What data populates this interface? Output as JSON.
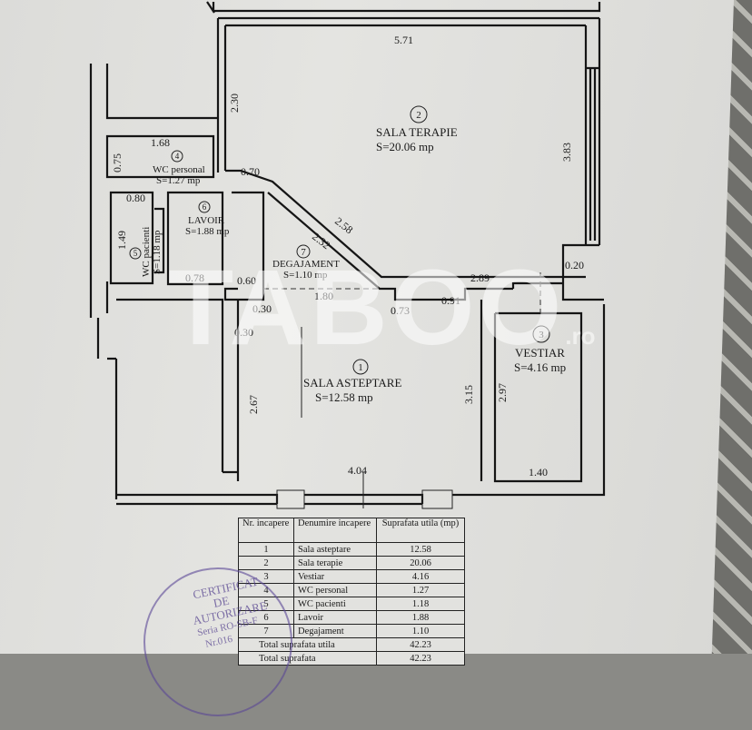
{
  "dimensions": {
    "terapie_top": "5.71",
    "terapie_left": "2.30",
    "terapie_right": "3.83",
    "terapie_diag_start": "0.70",
    "diag_outer": "2.58",
    "diag_inner": "2.32",
    "terapie_bottom": "2.89",
    "right_gap": "0.20",
    "wc_personal_width": "1.68",
    "wc_personal_height": "0.75",
    "wc_pacienti_width": "0.80",
    "wc_pacienti_height": "1.49",
    "lavoir_bottom": "0.78",
    "lavoir_step": "0.60",
    "deg_bottom": "1.80",
    "step_a": "0.73",
    "step_b": "0.91",
    "wall_a": "0.30",
    "wall_b": "0.30",
    "asteptare_left": "2.67",
    "asteptare_right": "3.15",
    "asteptare_bottom": "4.04",
    "vestiar_left": "2.97",
    "vestiar_bottom": "1.40"
  },
  "rooms": [
    {
      "nr": "1",
      "name": "SALA ASTEPTARE",
      "area": "S=12.58 mp"
    },
    {
      "nr": "2",
      "name": "SALA TERAPIE",
      "area": "S=20.06 mp"
    },
    {
      "nr": "3",
      "name": "VESTIAR",
      "area": "S=4.16 mp"
    },
    {
      "nr": "4",
      "name": "WC personal",
      "area": "S=1.27 mp"
    },
    {
      "nr": "5",
      "name": "WC pacienti",
      "area": "S=1.18 mp"
    },
    {
      "nr": "6",
      "name": "LAVOIR",
      "area": "S=1.88 mp"
    },
    {
      "nr": "7",
      "name": "DEGAJAMENT",
      "area": "S=1.10 mp"
    }
  ],
  "table": {
    "headers": [
      "Nr. incapere",
      "Denumire incapere",
      "Suprafata utila (mp)"
    ],
    "rows": [
      [
        "1",
        "Sala asteptare",
        "12.58"
      ],
      [
        "2",
        "Sala terapie",
        "20.06"
      ],
      [
        "3",
        "Vestiar",
        "4.16"
      ],
      [
        "4",
        "WC personal",
        "1.27"
      ],
      [
        "5",
        "WC pacienti",
        "1.18"
      ],
      [
        "6",
        "Lavoir",
        "1.88"
      ],
      [
        "7",
        "Degajament",
        "1.10"
      ]
    ],
    "totals": [
      [
        "Total suprafata utila",
        "42.23"
      ],
      [
        "Total suprafata",
        "42.23"
      ]
    ]
  },
  "watermark": {
    "brand": "TABOO",
    "suffix": ".ro"
  },
  "stamp": {
    "line1": "CERTIFICAT",
    "line2": "DE",
    "line3": "AUTORIZARE",
    "line4": "Seria RO-SB-F",
    "line5": "Nr.016"
  }
}
